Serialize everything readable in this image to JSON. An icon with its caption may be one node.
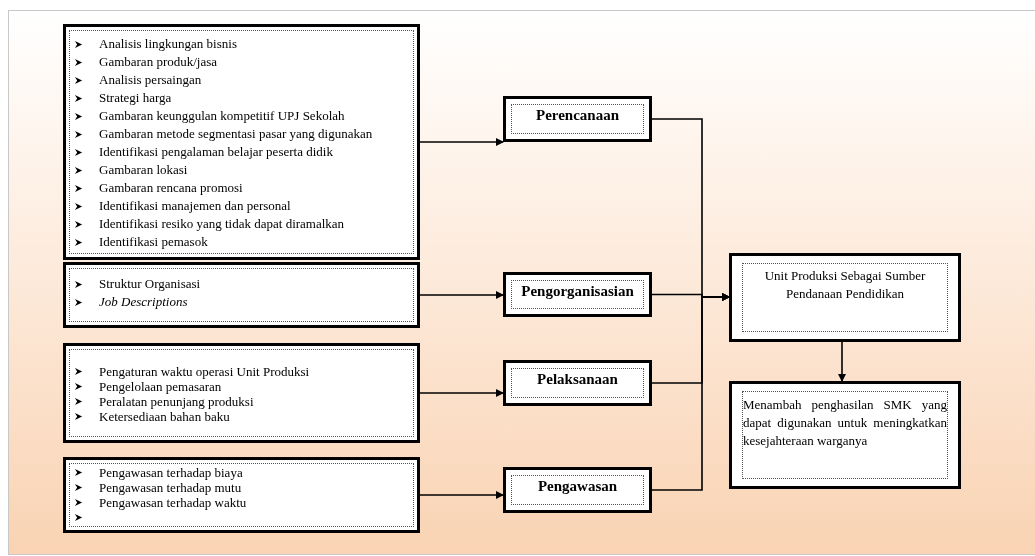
{
  "diagram": {
    "nodes": [
      {
        "text": [
          "Analisis lingkungan bisnis",
          "Gambaran produk/jasa",
          "Analisis persaingan",
          "Strategi harga",
          "Gambaran keunggulan kompetitif UPJ Sekolah",
          "Gambaran metode segmentasi pasar yang digunakan",
          "Identifikasi pengalaman belajar peserta didik",
          "Gambaran lokasi",
          "Gambaran rencana promosi",
          "Identifikasi manajemen dan personal",
          "Identifikasi resiko yang tidak dapat diramalkan",
          "Identifikasi pemasok"
        ]
      },
      {
        "text": [
          "Struktur Organisasi",
          "*Job Descriptions*"
        ]
      },
      {
        "text": [
          "Pengaturan waktu operasi Unit Produksi",
          "Pengelolaan pemasaran",
          "Peralatan penunjang produksi",
          "Ketersediaan bahan baku"
        ]
      },
      {
        "text": [
          "Pengawasan terhadap biaya",
          "Pengawasan terhadap mutu",
          "Pengawasan terhadap waktu"
        ]
      },
      {
        "text": [
          "Perencanaan"
        ]
      },
      {
        "text": [
          "Pengorganisasian"
        ]
      },
      {
        "text": [
          "Pelaksanaan"
        ]
      },
      {
        "text": [
          "Pengawasan"
        ]
      },
      {
        "text": [
          "Unit Produksi Sebagai Sumber Pendanaan Pendidikan"
        ]
      },
      {
        "text": [
          "Menambah penghasilan SMK yang dapat digunakan untuk meningkatkan kesejahteraan warganya"
        ]
      }
    ],
    "edges": [
      {
        "from": 0,
        "to": 4,
        "arrow": "to"
      },
      {
        "from": 1,
        "to": 5,
        "arrow": "to"
      },
      {
        "from": 2,
        "to": 6,
        "arrow": "to"
      },
      {
        "from": 3,
        "to": 7,
        "arrow": "to"
      },
      {
        "from": 4,
        "to": 8,
        "arrow": "to"
      },
      {
        "from": 5,
        "to": 8,
        "arrow": "to"
      },
      {
        "from": 6,
        "to": 8,
        "arrow": "to"
      },
      {
        "from": 7,
        "to": 8,
        "arrow": "to"
      },
      {
        "from": 8,
        "to": 9,
        "arrow": "to"
      }
    ]
  }
}
